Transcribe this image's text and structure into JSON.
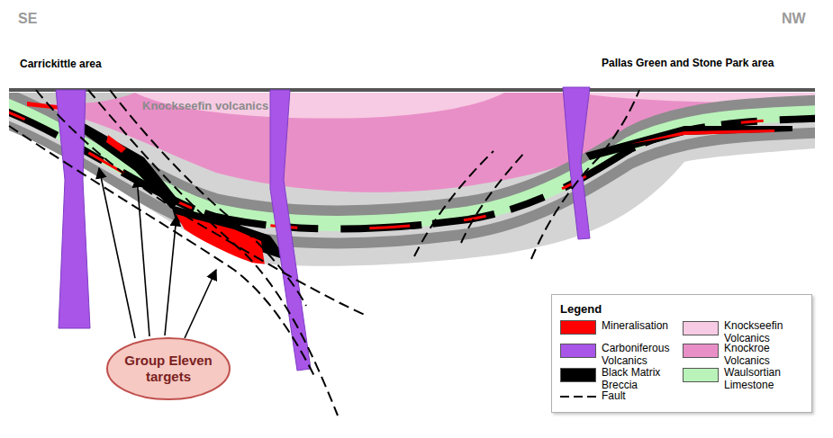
{
  "diagram": {
    "nodes": [
      {
        "text": [
          "Group Eleven targets"
        ]
      }
    ],
    "labels": [
      "SE",
      "NW",
      "Carrickittle area",
      "Pallas Green and Stone Park area",
      "Knockseefin volcanics",
      "Legend"
    ],
    "legend": [
      {
        "text": "Mineralisation",
        "color": "#ff0000"
      },
      {
        "text": "Carboniferous Volcanics",
        "color": "#a855e8"
      },
      {
        "text": "Black Matrix Breccia",
        "color": "#000000"
      },
      {
        "text": "Fault"
      },
      {
        "text": "Knockseefin Volcanics",
        "color": "#f7cbe3"
      },
      {
        "text": "Knockroe Volcanics",
        "color": "#e98fc7"
      },
      {
        "text": "Waulsortian Limestone",
        "color": "#b9f3b9"
      }
    ]
  }
}
